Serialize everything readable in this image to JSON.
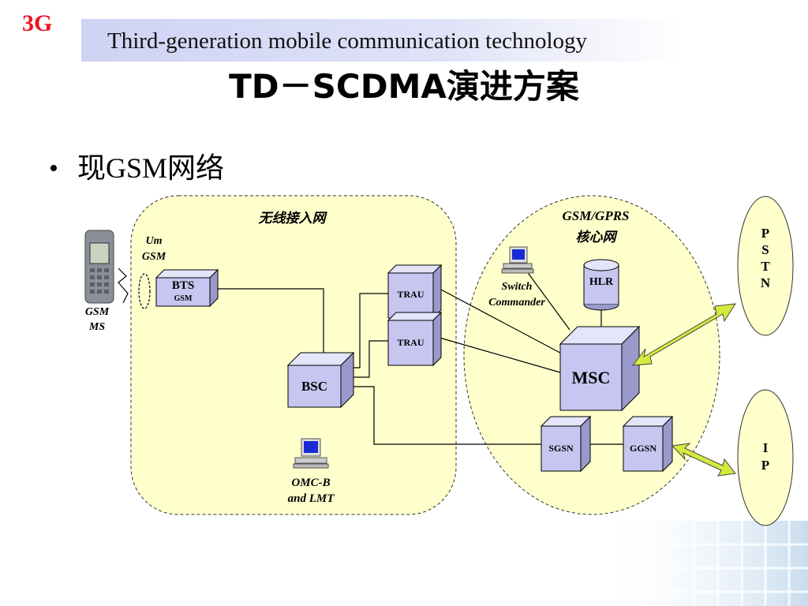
{
  "logo": "3G",
  "subtitle": "Third-generation mobile communication technology",
  "title": "TD－SCDMA演进方案",
  "bullet": "现GSM网络",
  "diagram": {
    "access_network_label": "无线接入网",
    "core_network_label_line1": "GSM/GPRS",
    "core_network_label_line2": "核心网",
    "um_label_line1": "Um",
    "um_label_line2": "GSM",
    "ms_label_line1": "GSM",
    "ms_label_line2": "MS",
    "bts_label": "BTS",
    "bts_sublabel": "GSM",
    "bsc_label": "BSC",
    "trau1_label": "TRAU",
    "trau2_label": "TRAU",
    "omc_label_line1": "OMC-B",
    "omc_label_line2": "and LMT",
    "switch_label_line1": "Switch",
    "switch_label_line2": "Commander",
    "hlr_label": "HLR",
    "msc_label": "MSC",
    "sgsn_label": "SGSN",
    "ggsn_label": "GGSN",
    "pstn_letters": [
      "P",
      "S",
      "T",
      "N"
    ],
    "ip_letters": [
      "I",
      "P"
    ]
  },
  "colors": {
    "logo": "#e8141e",
    "banner": "#cfd3f4",
    "access_region": "#ffffcc",
    "core_region": "#ffffcc",
    "node_box": "#c6c6f0",
    "external_cloud": "#ffffcc",
    "arrow": "#d6ea3c"
  }
}
